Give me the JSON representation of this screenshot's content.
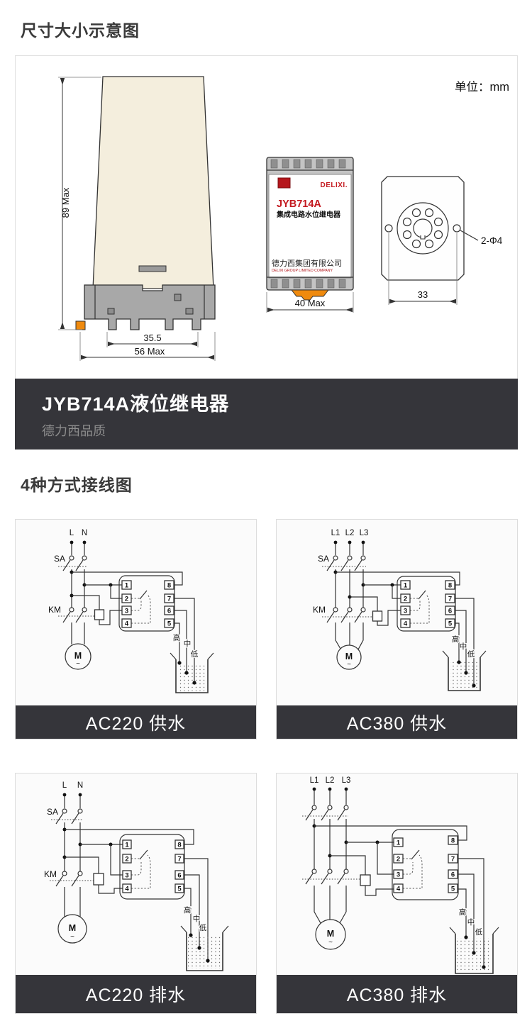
{
  "sections": {
    "dimensions": "尺寸大小示意图",
    "wiring": "4种方式接线图"
  },
  "dimension_panel": {
    "unit": "单位：mm",
    "side_view": {
      "height": "89 Max",
      "pin_span": "35.5",
      "width": "56 Max"
    },
    "front_view": {
      "brand": "DELIXI.",
      "model": "JYB714A",
      "product": "集成电路水位继电器",
      "company": "德力西集团有限公司",
      "company_en": "DELIXI GROUP LIMITED COMPANY",
      "width": "40 Max"
    },
    "back_view": {
      "holes": "2-Φ4",
      "span": "33"
    }
  },
  "banner": {
    "title": "JYB714A液位继电器",
    "subtitle": "德力西品质"
  },
  "wiring": {
    "pins": {
      "p1": "1",
      "p2": "2",
      "p3": "3",
      "p4": "4",
      "p5": "5",
      "p6": "6",
      "p7": "7",
      "p8": "8"
    },
    "probes": {
      "high": "高",
      "mid": "中",
      "low": "低"
    },
    "motor": "M",
    "motor_sign": "~",
    "sa": "SA",
    "km": "KM",
    "d1": {
      "caption": "AC220 供水",
      "phases": [
        "L",
        "N"
      ]
    },
    "d2": {
      "caption": "AC380 供水",
      "phases": [
        "L1",
        "L2",
        "L3"
      ]
    },
    "d3": {
      "caption": "AC220 排水",
      "phases": [
        "L",
        "N"
      ]
    },
    "d4": {
      "caption": "AC380 排水",
      "phases": [
        "L1",
        "L2",
        "L3"
      ]
    }
  },
  "colors": {
    "banner_bg": "#35353a",
    "accent_red": "#c41a20",
    "body_cream": "#f4eedd",
    "base_gray": "#a8a8a8",
    "clip_orange": "#ef8a0e"
  }
}
